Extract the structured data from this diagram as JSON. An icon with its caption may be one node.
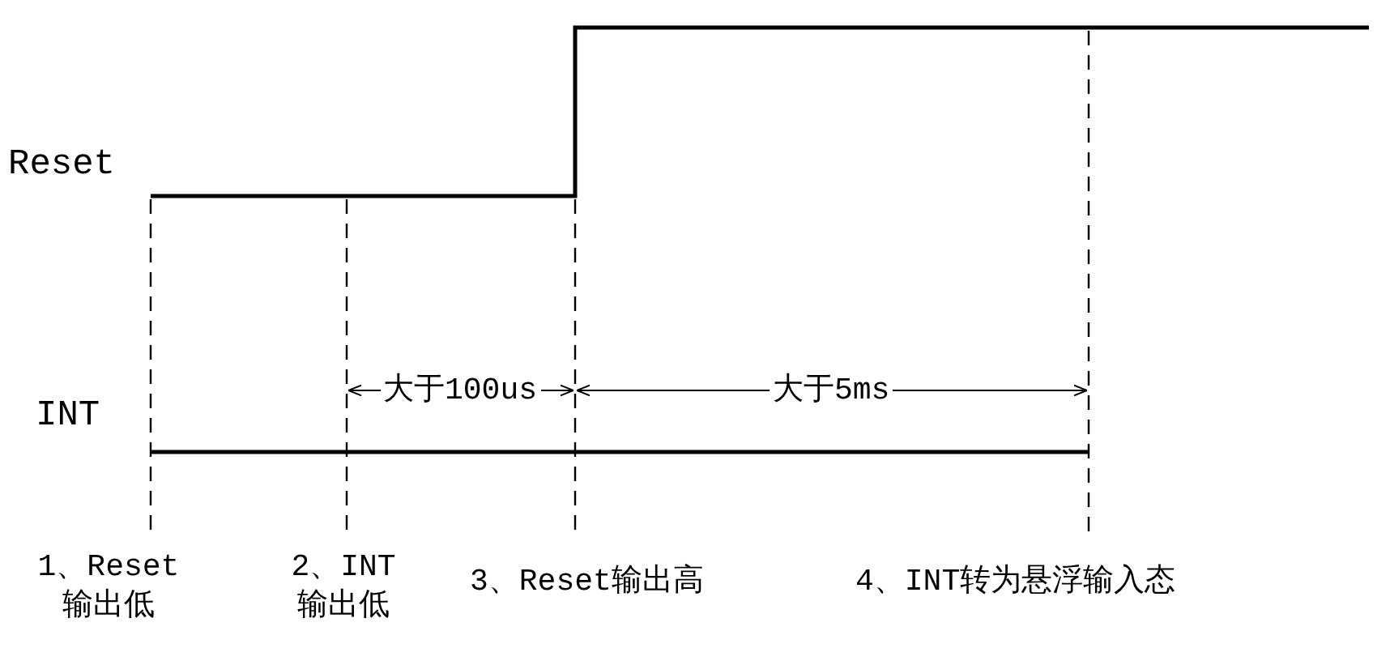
{
  "diagram": {
    "labels": [
      "Reset",
      "INT",
      "大于100us",
      "大于5ms",
      "1、Reset 输出低",
      "2、INT 输出低",
      "3、Reset输出高",
      "4、INT转为悬浮输入态"
    ]
  }
}
